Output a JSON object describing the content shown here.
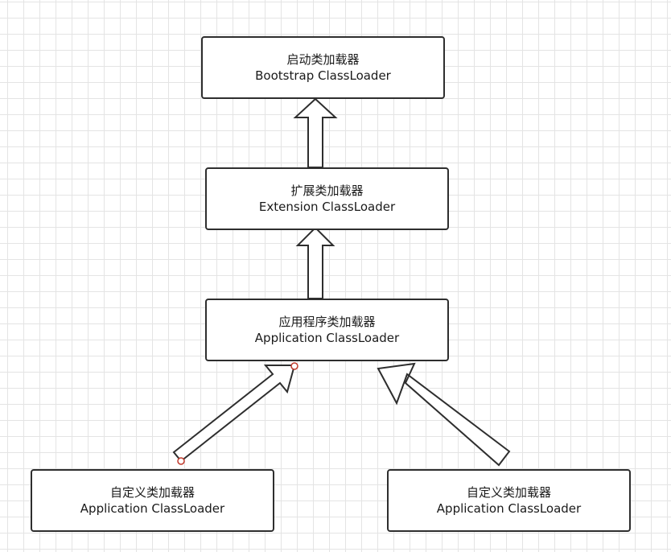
{
  "diagram": {
    "nodes": [
      {
        "id": "bootstrap",
        "line1": "启动类加载器",
        "line2": "Bootstrap ClassLoader"
      },
      {
        "id": "extension",
        "line1": "扩展类加载器",
        "line2": "Extension ClassLoader"
      },
      {
        "id": "application",
        "line1": "应用程序类加载器",
        "line2": "Application ClassLoader"
      },
      {
        "id": "custom-1",
        "line1": "自定义类加载器",
        "line2": "Application ClassLoader"
      },
      {
        "id": "custom-2",
        "line1": "自定义类加载器",
        "line2": "Application ClassLoader"
      }
    ],
    "edges": [
      {
        "from": "extension",
        "to": "bootstrap"
      },
      {
        "from": "application",
        "to": "extension"
      },
      {
        "from": "custom-1",
        "to": "application"
      },
      {
        "from": "custom-2",
        "to": "application"
      }
    ],
    "colors": {
      "stroke": "#2e2e2e",
      "grid": "#e4e4e4",
      "handle": "#c0392b"
    }
  }
}
